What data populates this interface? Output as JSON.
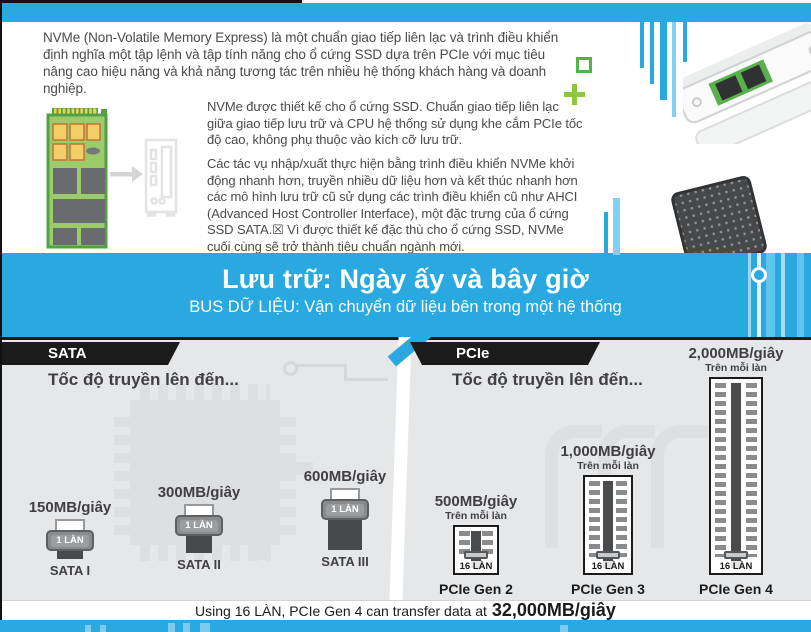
{
  "colors": {
    "accent_cyan": "#29a9e0",
    "section_gray": "#e6e7e8",
    "header_black": "#1b1b1b",
    "pcb_green": "#9ccb6c",
    "text_dark": "#404042"
  },
  "intro": {
    "p1": "NVMe (Non-Volatile Memory Express) là một chuẩn giao tiếp liên lạc và trình điều khiển định nghĩa một tập lệnh và tập tính năng cho ổ cứng SSD dựa trên PCIe với mục tiêu nâng cao hiệu năng và khả năng tương tác trên nhiều hệ thống khách hàng và doanh nghiệp.",
    "p2": "NVMe được thiết kế cho ổ cứng SSD. Chuẩn giao tiếp liên lạc giữa giao tiếp lưu trữ và CPU hệ thống sử dụng khe cắm PCIe tốc độ cao, không phụ thuộc vào kích cỡ lưu trữ.",
    "p3": "Các tác vụ nhập/xuất thực hiện bằng trình điều khiển NVMe khởi động nhanh hơn, truyền nhiều dữ liệu hơn và kết thúc nhanh hơn các mô hình lưu trữ cũ sử dụng các trình điều khiển cũ như AHCI (Advanced Host Controller Interface), một đặc trưng của ổ cứng SSD SATA.☒ Vì được thiết kế đặc thù cho ổ cứng SSD, NVMe cuối cùng sẽ trở thành tiêu chuẩn ngành mới."
  },
  "banner": {
    "title": "Lưu trữ: Ngày ấy và bây giờ",
    "subtitle": "BUS DỮ LIỆU: Vận chuyển dữ liệu bên trong một hệ thống"
  },
  "comparison": {
    "sata": {
      "header": "SATA",
      "subheader": "Tốc độ truyền lên đến...",
      "items": [
        {
          "speed": "150MB/giây",
          "lane": "1 LÀN",
          "label": "SATA I"
        },
        {
          "speed": "300MB/giây",
          "lane": "1 LÀN",
          "label": "SATA II"
        },
        {
          "speed": "600MB/giây",
          "lane": "1 LÀN",
          "label": "SATA III"
        }
      ]
    },
    "pcie": {
      "header": "PCIe",
      "subheader": "Tốc độ truyền lên đến...",
      "items": [
        {
          "speed": "500MB/giây",
          "per": "Trên mỗi làn",
          "lane": "16 LÀN",
          "label": "PCIe Gen 2"
        },
        {
          "speed": "1,000MB/giây",
          "per": "Trên mỗi làn",
          "lane": "16 LÀN",
          "label": "PCIe Gen 3"
        },
        {
          "speed": "2,000MB/giây",
          "per": "Trên mỗi làn",
          "lane": "16 LÀN",
          "label": "PCIe Gen 4"
        }
      ]
    }
  },
  "footer": {
    "text": "Using 16 LÀN, PCIe Gen 4 can transfer data at",
    "highlight": "32,000MB/giây"
  }
}
